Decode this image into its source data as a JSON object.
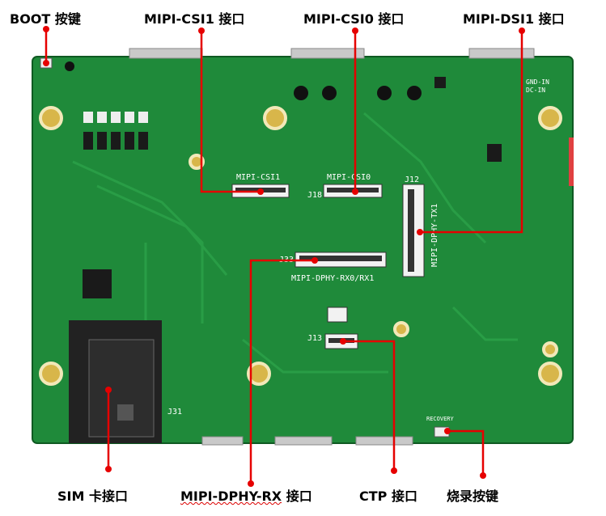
{
  "callouts": {
    "boot": "BOOT 按键",
    "csi1": "MIPI-CSI1 接口",
    "csi0": "MIPI-CSI0 接口",
    "dsi1": "MIPI-DSI1 接口",
    "sim": "SIM 卡接口",
    "dphy_rx_a": "MIPI-DPHY-RX",
    "dphy_rx_b": " 接口",
    "ctp": "CTP 接口",
    "recovery": "烧录按键"
  },
  "silkscreen": {
    "csi1": "MIPI-CSI1",
    "csi0": "MIPI-CSI0",
    "j12": "J12",
    "tx1": "MIPI-DPHY-TX1",
    "j33": "J33",
    "rx": "MIPI-DPHY-RX0/RX1",
    "j13": "J13",
    "j31": "J31",
    "recovery": "RECOVERY",
    "gnd_in": "GND-IN",
    "dc_in": "DC-IN",
    "j18": "J18"
  },
  "colors": {
    "board": "#1f8a3a",
    "callout": "#e60000"
  }
}
